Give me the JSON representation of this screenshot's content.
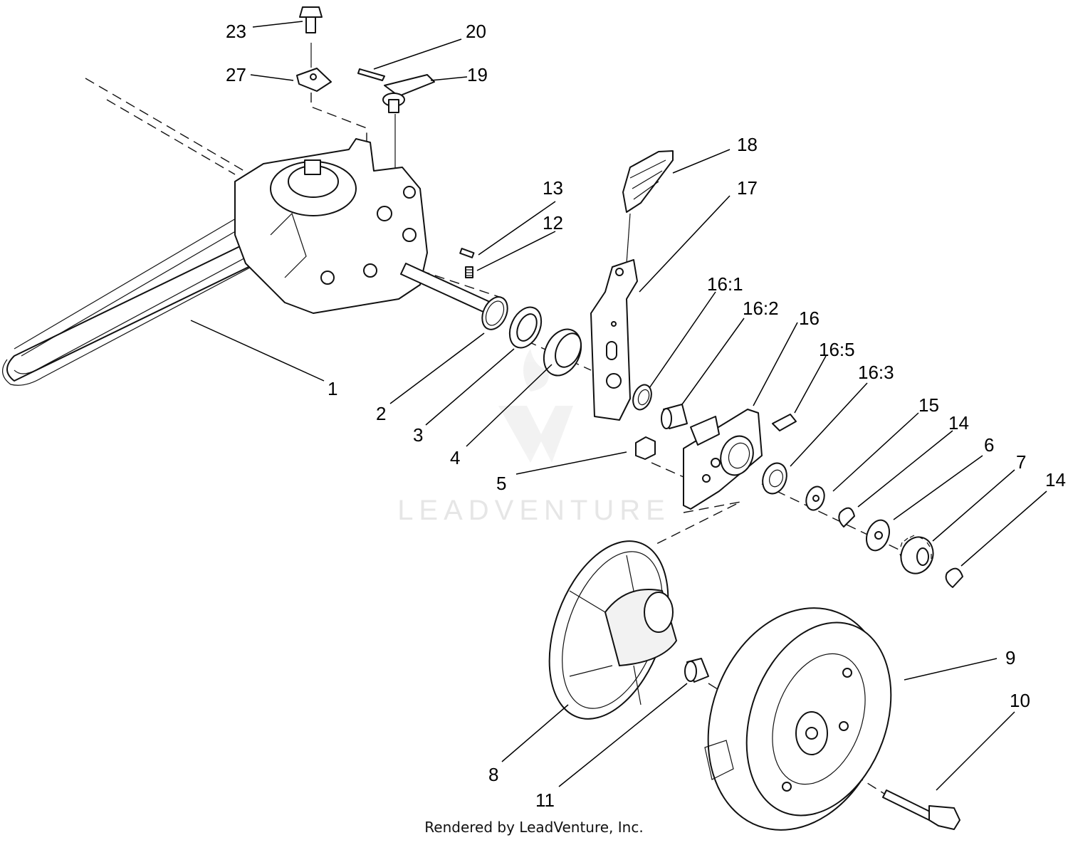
{
  "callouts": [
    "1",
    "2",
    "3",
    "4",
    "5",
    "6",
    "7",
    "8",
    "9",
    "10",
    "11",
    "12",
    "13",
    "14",
    "14",
    "15",
    "16",
    "16:1",
    "16:2",
    "16:3",
    "16:5",
    "17",
    "18",
    "19",
    "20",
    "23",
    "27"
  ],
  "watermark": {
    "brand": "LEADVENTURE"
  },
  "footer": {
    "credit": "Rendered by LeadVenture, Inc."
  },
  "colors": {
    "line": "#111111",
    "label": "#000000",
    "watermark": "#e6e6e6"
  }
}
